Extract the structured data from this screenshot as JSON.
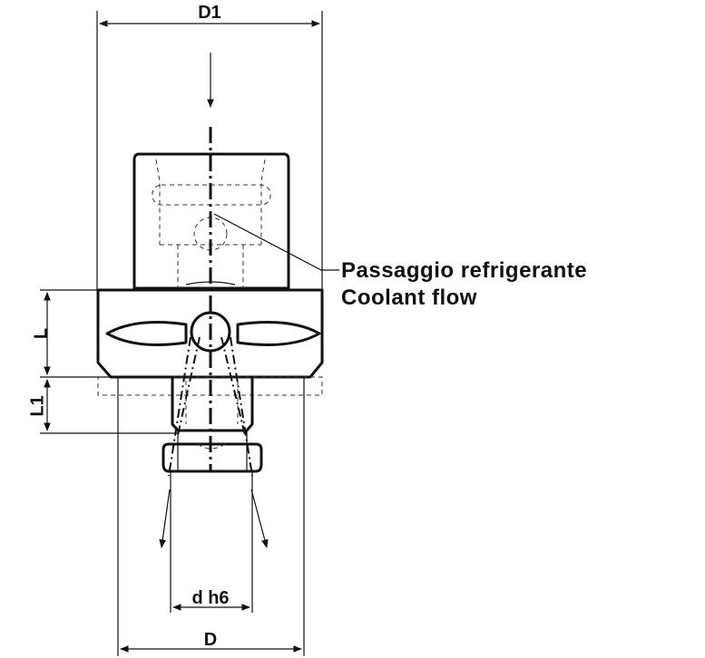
{
  "dimensions": {
    "d1": "D1",
    "l": "L",
    "l1": "L1",
    "d_h6": "d h6",
    "d": "D"
  },
  "callout": {
    "line1": "Passaggio refrigerante",
    "line2": "Coolant flow"
  }
}
